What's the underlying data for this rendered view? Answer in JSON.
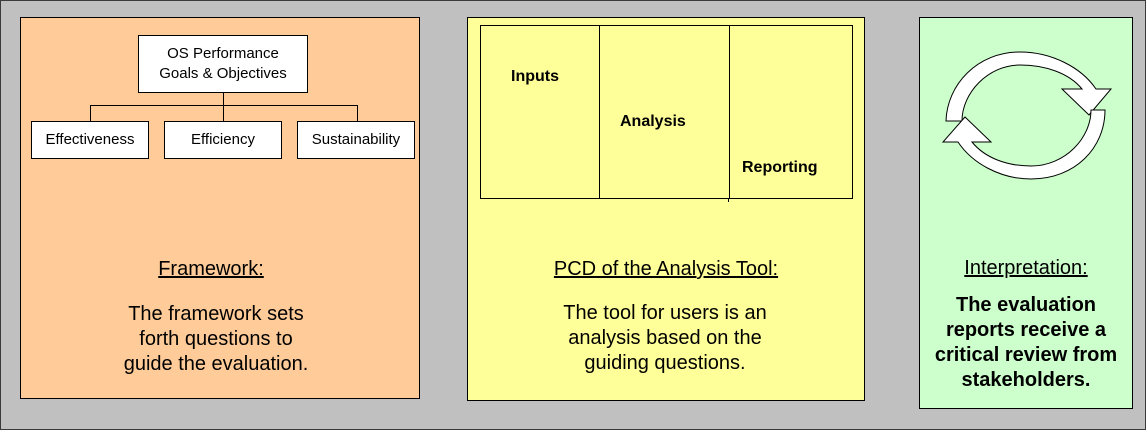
{
  "colors": {
    "background": "#c0c0c0",
    "framework_panel": "#ffcc99",
    "pcd_panel": "#ffff99",
    "interpretation_panel": "#ccffcc"
  },
  "framework": {
    "top_box": "OS Performance Goals & Objectives",
    "children": [
      "Effectiveness",
      "Efficiency",
      "Sustainability"
    ],
    "heading": "Framework:",
    "body": "The framework sets forth questions to guide the evaluation."
  },
  "pcd": {
    "columns": [
      "Inputs",
      "Analysis",
      "Reporting"
    ],
    "heading": "PCD of the Analysis Tool:",
    "body": "The tool for users is an analysis based on the guiding questions."
  },
  "interpretation": {
    "icon": "cycle-arrows-icon",
    "heading": "Interpretation:",
    "body": "The evaluation reports receive a critical review from stakeholders."
  }
}
